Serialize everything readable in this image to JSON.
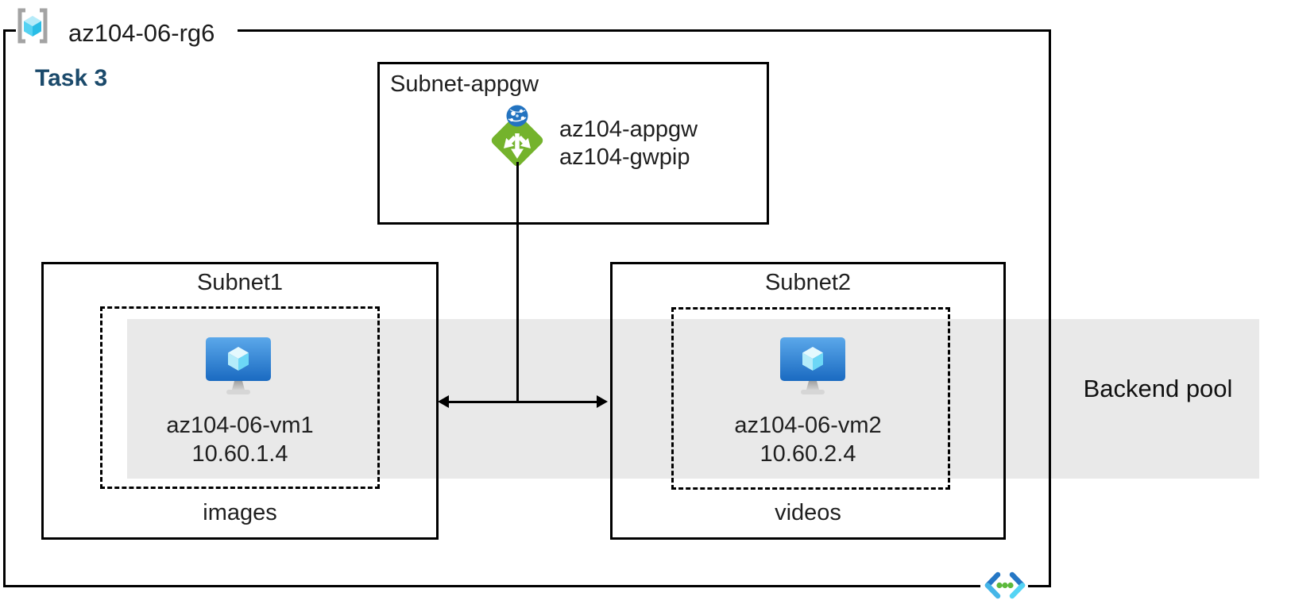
{
  "resource_group": {
    "name": "az104-06-rg6",
    "icon": "resource-group-icon"
  },
  "task": {
    "label": "Task 3"
  },
  "appgw_subnet": {
    "title": "Subnet-appgw",
    "gateway_name": "az104-appgw",
    "public_ip_name": "az104-gwpip",
    "icon": "application-gateway-icon"
  },
  "subnet1": {
    "title": "Subnet1",
    "vm": {
      "name": "az104-06-vm1",
      "ip": "10.60.1.4",
      "icon": "virtual-machine-icon"
    },
    "caption": "images"
  },
  "subnet2": {
    "title": "Subnet2",
    "vm": {
      "name": "az104-06-vm2",
      "ip": "10.60.2.4",
      "icon": "virtual-machine-icon"
    },
    "caption": "videos"
  },
  "backend_pool": {
    "label": "Backend pool"
  },
  "icons": [
    "resource-group-icon",
    "application-gateway-icon",
    "virtual-machine-icon",
    "virtual-network-icon",
    "arrowhead-left-icon",
    "arrowhead-right-icon"
  ],
  "colors": {
    "border": "#000000",
    "task_text": "#1b4a6b",
    "band_gray": "#e9e9e9",
    "appgw_green": "#74b32c",
    "globe_blue": "#2373c0",
    "vm_screen_top": "#5ba8ea",
    "vm_screen_bottom": "#1a6ac1",
    "cube_cyan": "#55d2f2",
    "vnet_blue": "#2577c5",
    "vnet_cyan": "#55d4f4",
    "vnet_dot_green": "#5cb93c"
  }
}
